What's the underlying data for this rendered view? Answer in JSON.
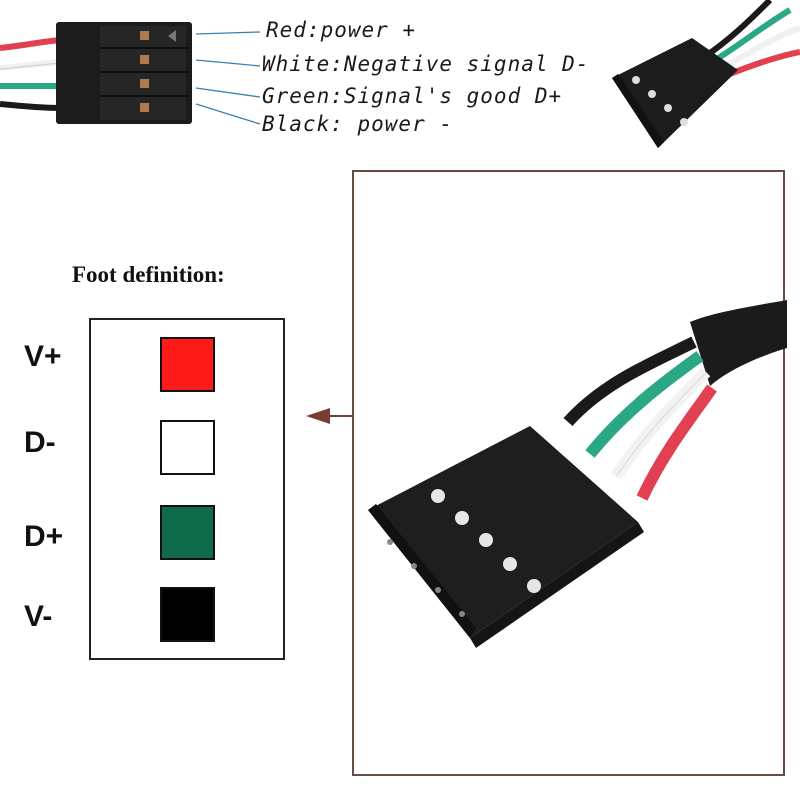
{
  "wire_labels": {
    "red": "Red:power +",
    "white": "White:Negative signal D-",
    "green": "Green:Signal's good D+",
    "black": "Black: power -"
  },
  "foot_definition": {
    "title": "Foot definition:",
    "pins": [
      {
        "label": "V+",
        "color": "#ff1a1a"
      },
      {
        "label": "D-",
        "color": "#ffffff"
      },
      {
        "label": "D+",
        "color": "#0f6b4a"
      },
      {
        "label": "V-",
        "color": "#000000"
      }
    ]
  },
  "colors": {
    "wire_red": "#e04050",
    "wire_white": "#f2f2f2",
    "wire_green": "#2aa886",
    "wire_black": "#1a1a1a",
    "leader_line": "#3a7fb0",
    "arrow": "#7a3c34",
    "frame": "#6b4a44"
  }
}
